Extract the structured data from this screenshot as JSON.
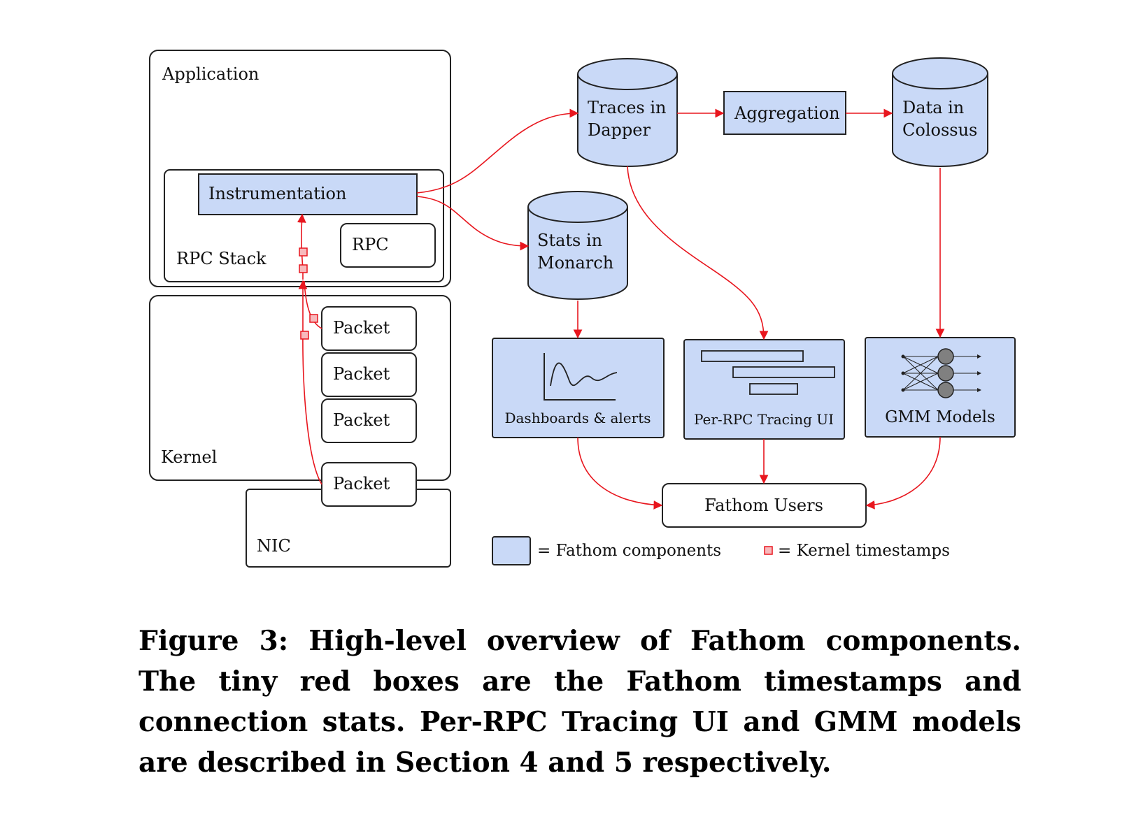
{
  "boxes": {
    "application": "Application",
    "instrumentation": "Instrumentation",
    "rpc": "RPC",
    "rpc_stack": "RPC Stack",
    "kernel": "Kernel",
    "nic": "NIC",
    "packets": [
      "Packet",
      "Packet",
      "Packet",
      "Packet"
    ],
    "aggregation": "Aggregation",
    "dashboards": "Dashboards & alerts",
    "tracing_ui": "Per-RPC Tracing UI",
    "gmm_models": "GMM Models",
    "fathom_users": "Fathom Users"
  },
  "stores": {
    "dapper": [
      "Traces in",
      "Dapper"
    ],
    "colossus": [
      "Data in",
      "Colossus"
    ],
    "monarch": [
      "Stats in",
      "Monarch"
    ]
  },
  "legend": {
    "components": "= Fathom components",
    "timestamps": "= Kernel timestamps"
  },
  "colors": {
    "component_fill": "#c9d9f7",
    "arrow": "#e8161e",
    "timestamp_fill": "#f7b9bc"
  },
  "caption": "Figure 3: High-level overview of Fathom components. The tiny red boxes are the Fathom timestamps and connection stats. Per-RPC Tracing UI and GMM models are described in Section 4 and 5 respectively."
}
